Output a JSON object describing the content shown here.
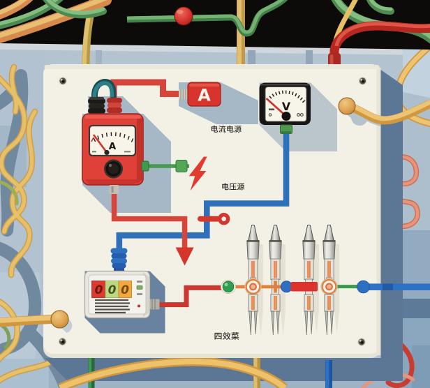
{
  "illustration": {
    "description_labels": {
      "current_source": "电流电源",
      "voltage_source": "电压源",
      "bottom_caption": "四效菜"
    },
    "ammeter": {
      "dial_letter": "A"
    },
    "ammeter_badge": {
      "letter": "A"
    },
    "voltmeter": {
      "dial_letter": "V"
    },
    "digital_meter": {
      "digits": [
        "0",
        "0",
        "0"
      ]
    },
    "colors": {
      "top_band": "#0d0b09",
      "wall": "#b4c3d0",
      "panel": "#f3f0e5",
      "panel_shadow": "#5c7796",
      "device_red": "#df4037",
      "wire_red": "#d5453b",
      "wire_blue": "#2f70ba",
      "wire_green": "#459c4f",
      "wire_orange": "#e08040",
      "wire_yellow": "#ecc473",
      "meter_frame_black": "#181614",
      "display_cell_red": "#dc3a2f",
      "display_cell_green": "#bdd883",
      "display_cell_orange": "#f1a93f"
    }
  }
}
